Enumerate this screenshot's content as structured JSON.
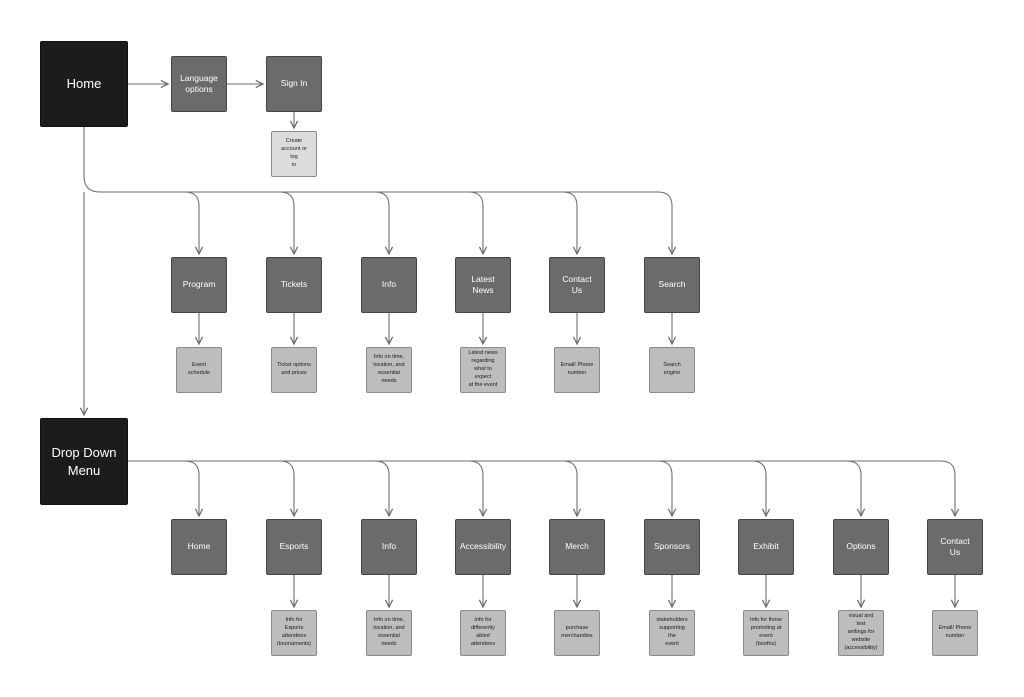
{
  "root_home": "Home",
  "root_dropdown": "Drop Down\nMenu",
  "top": {
    "language": "Language\noptions",
    "signin": "Sign In",
    "create_account": "Create\naccount or log\nin"
  },
  "home_branches": [
    {
      "label": "Program",
      "detail": "Event\nschedule"
    },
    {
      "label": "Tickets",
      "detail": "Ticket options\nand prices"
    },
    {
      "label": "Info",
      "detail": "Info on time,\nlocation, and\nessential\nneeds"
    },
    {
      "label": "Latest\nNews",
      "detail": "Latest news\nregarding\nwhat to expect\nat the event"
    },
    {
      "label": "Contact\nUs",
      "detail": "Email/ Phone\nnumber"
    },
    {
      "label": "Search",
      "detail": "Search engine"
    }
  ],
  "menu_branches": [
    {
      "label": "Home",
      "detail": ""
    },
    {
      "label": "Esports",
      "detail": "Info for\nEsports\nattendees\n(tournaments)"
    },
    {
      "label": "Info",
      "detail": "Info on time,\nlocation, and\nessential\nneeds"
    },
    {
      "label": "Accessibility",
      "detail": "Info for\ndifferently\nabled\nattendees"
    },
    {
      "label": "Merch",
      "detail": "purchase\nmerchandise"
    },
    {
      "label": "Sponsors",
      "detail": "stakeholders\nsupporting the\nevent"
    },
    {
      "label": "Exhibit",
      "detail": "Info for those\npromoting at\nevent (booths)"
    },
    {
      "label": "Options",
      "detail": "visual and text\nsettings for\nwebsite\n(accessibility)"
    },
    {
      "label": "Contact\nUs",
      "detail": "Email/ Phone\nnumber"
    }
  ],
  "colors": {
    "root": "#1c1c1c",
    "mid": "#6b6b6b",
    "leaf": "#bdbdbd",
    "line": "#6e6e6e"
  }
}
